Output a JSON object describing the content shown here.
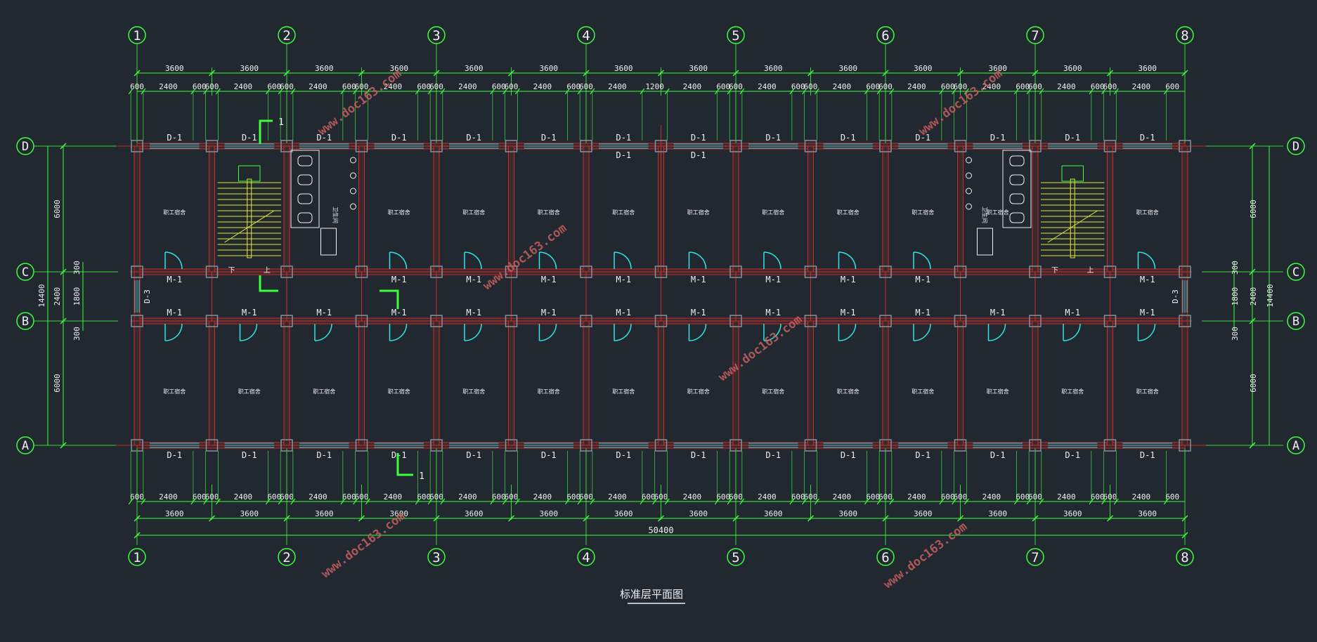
{
  "colors": {
    "background": "#212830",
    "dimension_green": "#3cff3c",
    "grid_green": "#39d639",
    "wall_red": "#cc2b2b",
    "wall_fill": "#3a2a2e",
    "column_gray": "#8a8f96",
    "window_cyan": "#3fc8d8",
    "door_cyan": "#2ee6e6",
    "stair_yellow": "#e8e830",
    "text_white": "#f0f0f0",
    "watermark": "#c86060"
  },
  "drawing": {
    "title": "标准层平面图",
    "axes_numbers": [
      "1",
      "2",
      "3",
      "4",
      "5",
      "6",
      "7",
      "8"
    ],
    "axes_letters": [
      "D",
      "C",
      "B",
      "A"
    ],
    "bay_width_mm": 3600,
    "bay_count": 14,
    "sub_dims_top": [
      "600",
      "2400",
      "600",
      "600",
      "2400",
      "600",
      "600",
      "2400",
      "600",
      "600",
      "2400",
      "600",
      "600",
      "2400",
      "600",
      "600",
      "2400",
      "600",
      "600",
      "2400",
      "1200",
      "2400",
      "600",
      "600",
      "2400",
      "600",
      "600",
      "2400",
      "600",
      "600",
      "2400",
      "600",
      "600",
      "2400",
      "600",
      "600",
      "2400",
      "600",
      "600",
      "2400",
      "600"
    ],
    "sub_dims_bottom": [
      "600",
      "2400",
      "600",
      "600",
      "2400",
      "600",
      "600",
      "2400",
      "600",
      "600",
      "2400",
      "600",
      "600",
      "2400",
      "600",
      "600",
      "2400",
      "600",
      "600",
      "2400",
      "600",
      "600",
      "2400",
      "600",
      "600",
      "2400",
      "600",
      "600",
      "2400",
      "600",
      "600",
      "2400",
      "600",
      "600",
      "2400",
      "600",
      "600",
      "2400",
      "600",
      "600",
      "2400",
      "600"
    ],
    "total_length": "50400",
    "total_width": "14400",
    "room_depth": "6000",
    "corridor_width": "1800",
    "corridor_total": "2400",
    "wall_offset": "300",
    "window_label": "D-1",
    "door_label": "M-1",
    "end_window_label": "D-3",
    "room_label": "职工宿舍",
    "toilet_label": "卫生间",
    "stair_down": "下",
    "stair_up": "上",
    "section_mark": "1"
  },
  "watermark": {
    "text": "www.doc163.com"
  }
}
